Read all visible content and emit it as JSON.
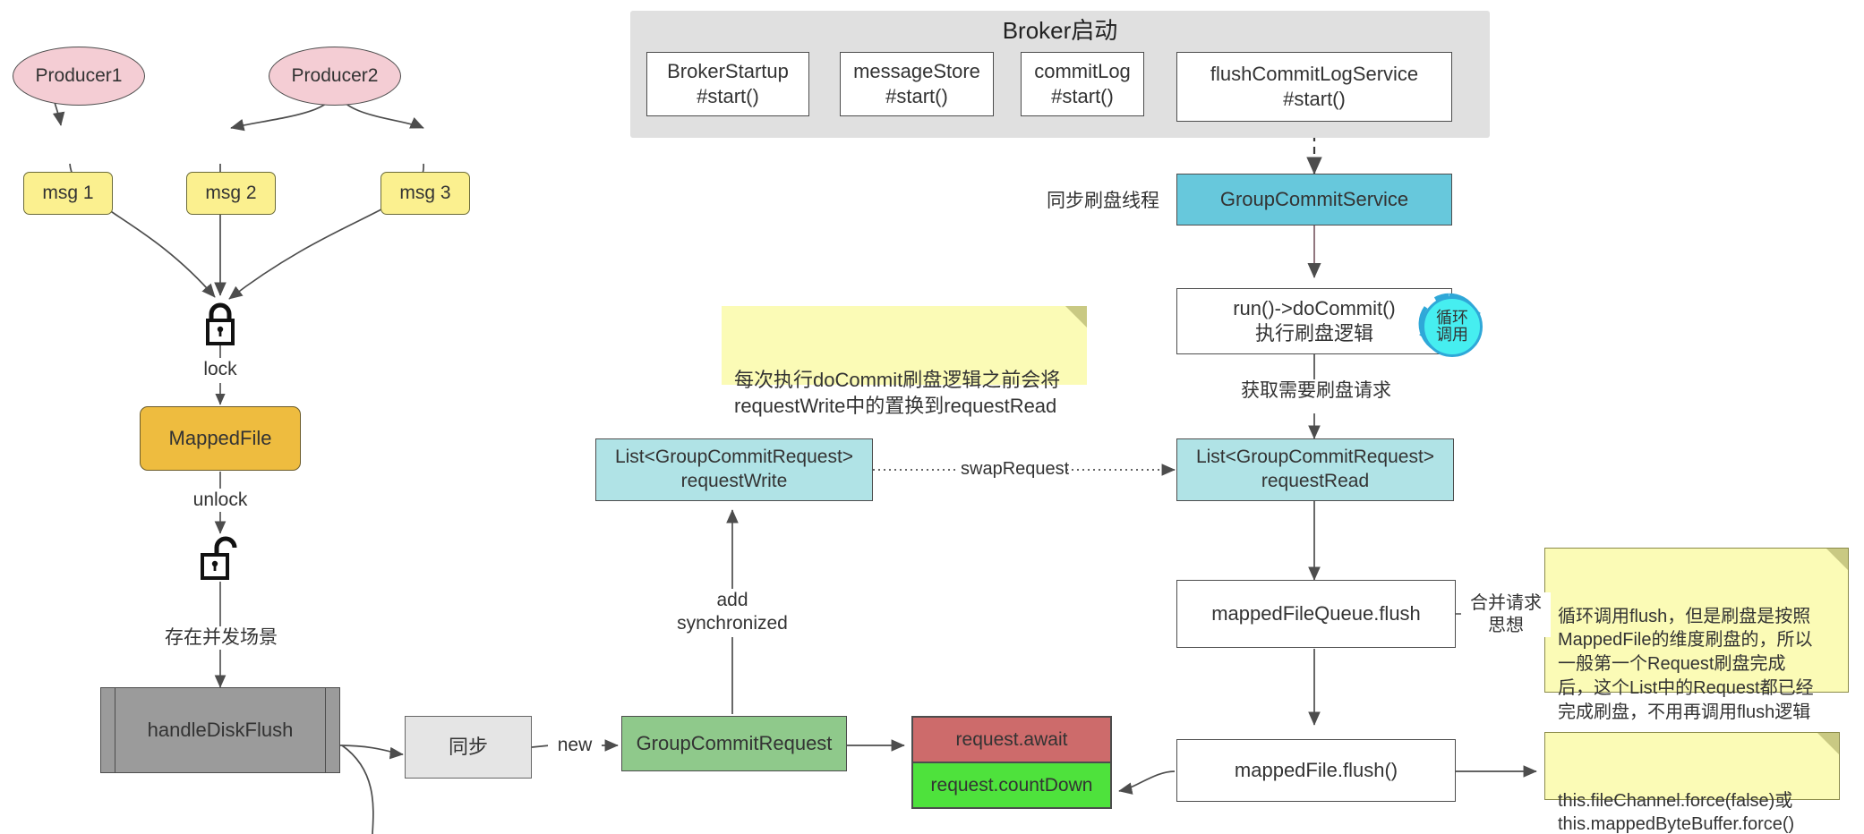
{
  "diagram": {
    "title_group": "Broker启动",
    "producers": [
      {
        "id": "producer1",
        "label": "Producer1"
      },
      {
        "id": "producer2",
        "label": "Producer2"
      }
    ],
    "messages": [
      {
        "id": "msg1",
        "label": "msg 1"
      },
      {
        "id": "msg2",
        "label": "msg 2"
      },
      {
        "id": "msg3",
        "label": "msg 3"
      }
    ],
    "broker_steps": [
      {
        "id": "brokerStartup",
        "label": "BrokerStartup\n#start()"
      },
      {
        "id": "messageStore",
        "label": "messageStore\n#start()"
      },
      {
        "id": "commitLog",
        "label": "commitLog\n#start()"
      },
      {
        "id": "flushCommitLogService",
        "label": "flushCommitLogService\n#start()"
      }
    ],
    "nodes": {
      "mappedFile": "MappedFile",
      "handleDiskFlush": "handleDiskFlush",
      "sync": "同步",
      "groupCommitRequest": "GroupCommitRequest",
      "requestAwait": "request.await",
      "requestCountDown": "request.countDown",
      "groupCommitService": "GroupCommitService",
      "runDoCommit": "run()->doCommit()\n执行刷盘逻辑",
      "requestWrite": "List<GroupCommitRequest>\nrequestWrite",
      "requestRead": "List<GroupCommitRequest>\nrequestRead",
      "mappedFileQueueFlush": "mappedFileQueue.flush",
      "mappedFileFlush": "mappedFile.flush()"
    },
    "labels": {
      "lock": "lock",
      "unlock": "unlock",
      "concurrent": "存在并发场景",
      "new": "new",
      "add_synchronized": "add\nsynchronized",
      "swap_request": "swapRequest",
      "sync_flush_thread": "同步刷盘线程",
      "fetch_flush_request": "获取需要刷盘请求",
      "merge_request_idea": "合并请求\n思想",
      "loop_call": "循环\n调用"
    },
    "notes": [
      {
        "id": "note-swap",
        "text": "每次执行doCommit刷盘逻辑之前会将\nrequestWrite中的置换到requestRead"
      },
      {
        "id": "note-flush-loop",
        "text": "循环调用flush，但是刷盘是按照\nMappedFile的维度刷盘的，所以\n一般第一个Request刷盘完成\n后，这个List中的Request都已经\n完成刷盘，不用再调用flush逻辑"
      },
      {
        "id": "note-force",
        "text": "this.fileChannel.force(false)或\nthis.mappedByteBuffer.force()"
      }
    ],
    "icons": {
      "lock_closed": "lock-closed-icon",
      "lock_open": "lock-open-icon",
      "loop": "loop-arrows-icon"
    },
    "colors": {
      "producer": "#f4cdd4",
      "message": "#fbf08f",
      "mapped_file": "#eebc3f",
      "group_commit_service": "#67c8dc",
      "request_list": "#b0e3e6",
      "group_commit_request": "#8fc98b",
      "request_await": "#cd6b6b",
      "request_countdown": "#4ee23c",
      "handle_disk_flush": "#9b9b9b",
      "sync": "#e5e5e5",
      "note": "#fbfbb6",
      "container": "#e0e0e0"
    }
  }
}
